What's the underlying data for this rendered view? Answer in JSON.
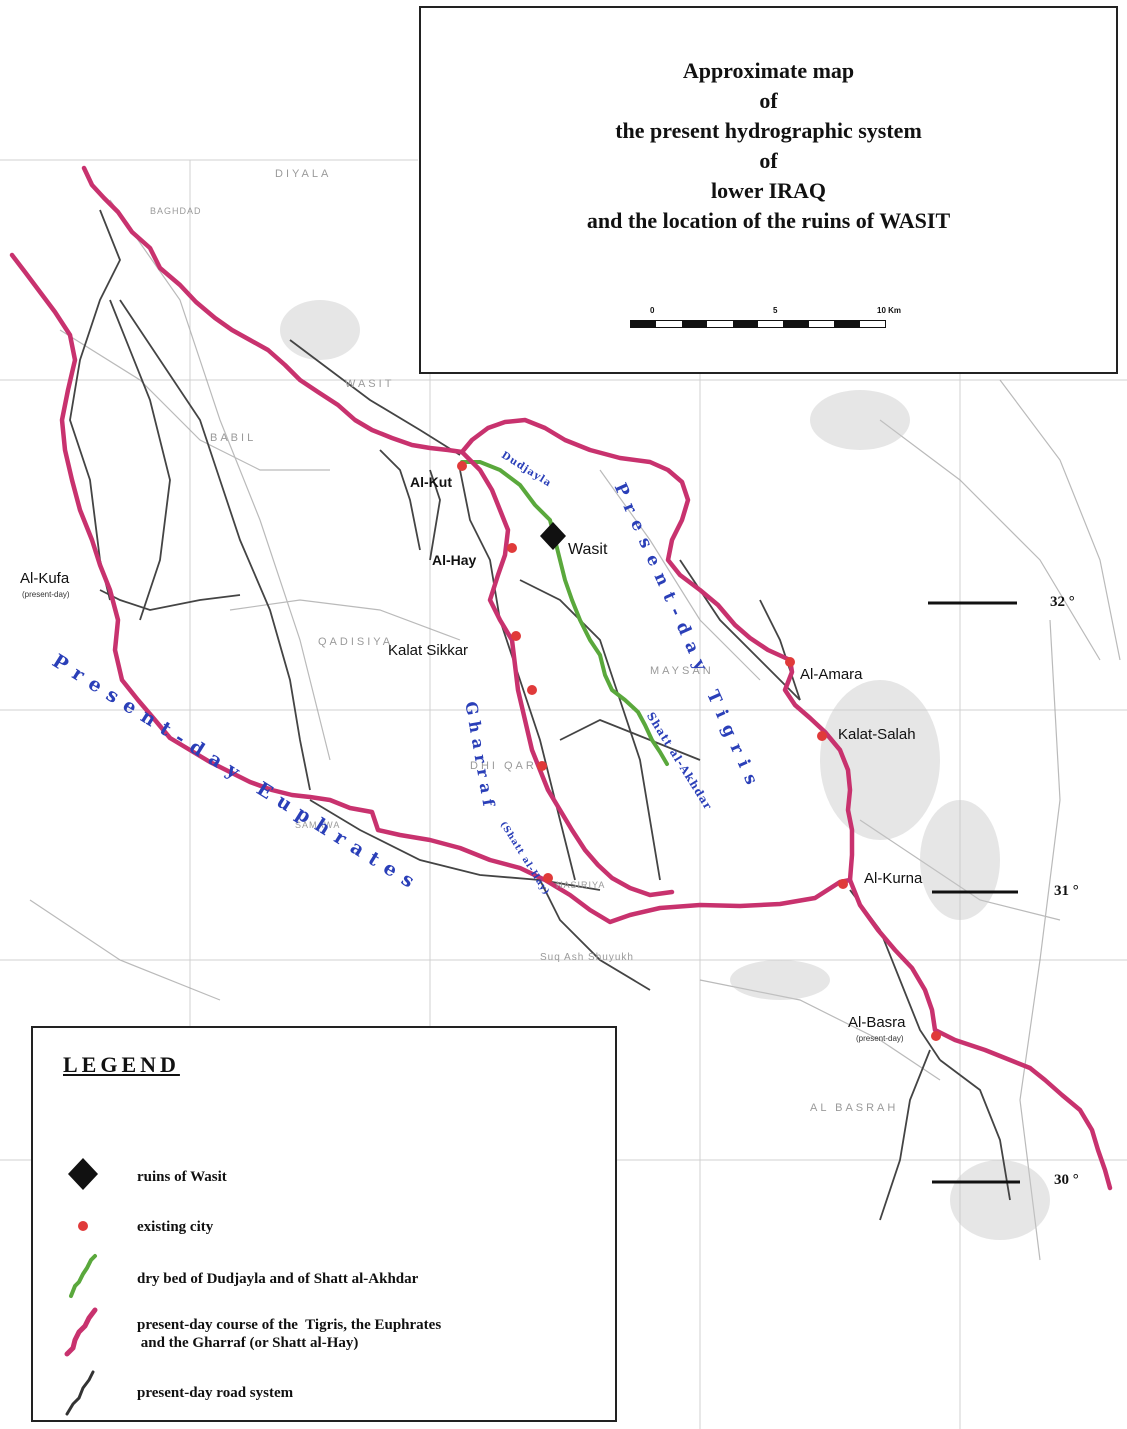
{
  "title": {
    "lines": [
      "Approximate map",
      "of",
      "the present hydrographic system",
      "of",
      "lower IRAQ",
      "and the location of the ruins of WASIT"
    ],
    "scale": {
      "labels": [
        "0",
        "5",
        "10 Km"
      ]
    }
  },
  "legend": {
    "heading": "LEGEND",
    "items": [
      {
        "label": "ruins of Wasit",
        "symbol": "diamond-icon"
      },
      {
        "label": "existing city",
        "symbol": "red-dot-icon"
      },
      {
        "label": "dry bed of Dudjayla and of Shatt al-Akhdar",
        "symbol": "green-line-icon"
      },
      {
        "label": "present-day course of the  Tigris, the Euphrates\n and the Gharraf (or Shatt al-Hay)",
        "symbol": "pink-line-icon"
      },
      {
        "label": "present-day road system",
        "symbol": "black-line-icon"
      }
    ]
  },
  "cities": {
    "al_kut": "Al-Kut",
    "al_hay": "Al-Hay",
    "wasit": "Wasit",
    "al_kufa": "Al-Kufa",
    "al_kufa_note": "(present-day)",
    "kalat_sikkar": "Kalat Sikkar",
    "al_amara": "Al-Amara",
    "kalat_salah": "Kalat-Salah",
    "al_kurna": "Al-Kurna",
    "al_basra": "Al-Basra",
    "al_basra_note": "(present-day)"
  },
  "rivers": {
    "euphrates": "Present-day Euphrates",
    "tigris": "Present-day Tigris",
    "gharraf": "Gharraf",
    "shatt_al_hay": "(Shatt al-Hay)",
    "shatt_al_akhdar": "Shatt al-Akhdar",
    "dudjayla": "Dudjayla"
  },
  "latitudes": [
    "32 °",
    "31 °",
    "30 °"
  ],
  "background": {
    "diyala": "DIYALA",
    "baghdad": "BAGHDAD",
    "wasit_region": "WASIT",
    "babil": "BABIL",
    "dhi_qar": "DHI QAR",
    "samawa": "SAMAWA",
    "nasiriya": "NASIRIYA",
    "suq_ash_shuyukh": "Suq Ash Shuyukh",
    "al_basrah_region": "AL BASRAH",
    "qadisiya": "QADISIYA",
    "maysan": "MAYSAN"
  },
  "colors": {
    "river": "#c8326e",
    "dry_bed": "#5aa83c",
    "road": "#444444",
    "city": "#e03a3a",
    "river_label": "#2a3fb8",
    "ruins": "#111111"
  }
}
